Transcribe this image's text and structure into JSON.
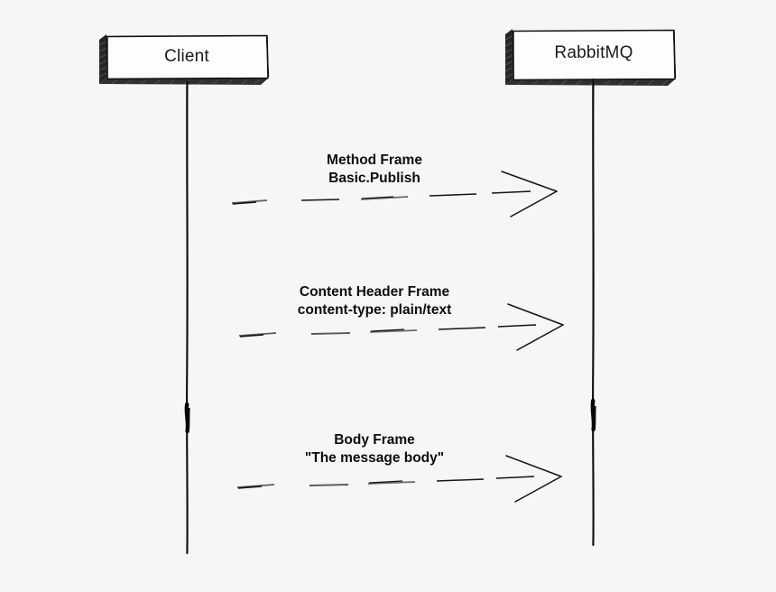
{
  "diagram": {
    "type": "sequence-diagram",
    "style": "hand-drawn-sketch",
    "background_color": "#f6f6f6",
    "stroke_color": "#111111",
    "box_fill_color": "#fdfdfd",
    "shadow_color": "#2b2b2b",
    "participants": [
      {
        "id": "client",
        "label": "Client"
      },
      {
        "id": "rabbitmq",
        "label": "RabbitMQ"
      }
    ],
    "messages": [
      {
        "id": "method-frame",
        "from": "client",
        "to": "rabbitmq",
        "line_style": "dashed",
        "arrow_head": "open",
        "line1": "Method Frame",
        "line2": "Basic.Publish"
      },
      {
        "id": "content-header-frame",
        "from": "client",
        "to": "rabbitmq",
        "line_style": "dashed",
        "arrow_head": "open",
        "line1": "Content Header Frame",
        "line2": "content-type: plain/text"
      },
      {
        "id": "body-frame",
        "from": "client",
        "to": "rabbitmq",
        "line_style": "dashed",
        "arrow_head": "open",
        "line1": "Body Frame",
        "line2": "\"The message body\""
      }
    ]
  }
}
